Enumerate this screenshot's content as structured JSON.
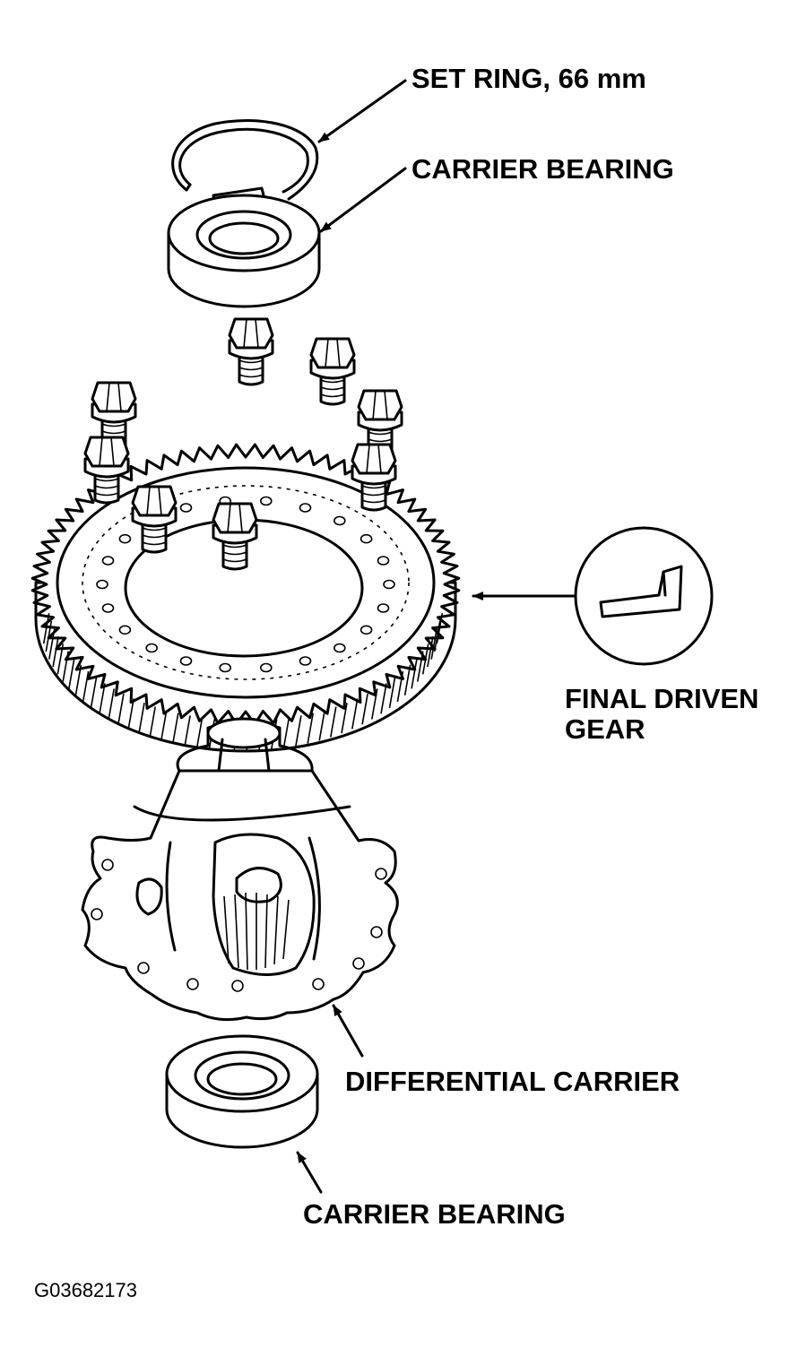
{
  "labels": {
    "set_ring": "SET RING, 66 mm",
    "carrier_bearing_top": "CARRIER BEARING",
    "final_driven_gear_line1": "FINAL DRIVEN",
    "final_driven_gear_line2": "GEAR",
    "differential_carrier": "DIFFERENTIAL CARRIER",
    "carrier_bearing_bottom": "CARRIER BEARING"
  },
  "figure_id": "G03682173"
}
